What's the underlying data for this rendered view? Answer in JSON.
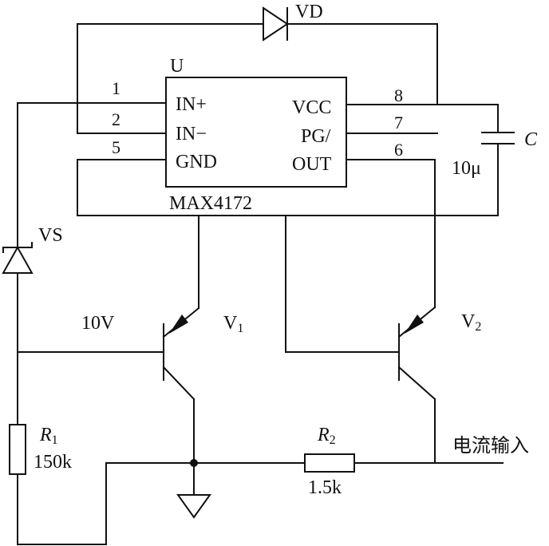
{
  "labels": {
    "diode_vd": "VD",
    "chip_ref": "U",
    "chip_name": "MAX4172",
    "pin_in_plus": "IN+",
    "pin_in_minus": "IN−",
    "pin_gnd": "GND",
    "pin_vcc": "VCC",
    "pin_pg": "PG/",
    "pin_out": "OUT",
    "pin_num_1": "1",
    "pin_num_2": "2",
    "pin_num_5": "5",
    "pin_num_8": "8",
    "pin_num_7": "7",
    "pin_num_6": "6",
    "cap_ref": "C",
    "cap_value": "10μ",
    "zener_ref": "VS",
    "zener_value": "10V",
    "v1_ref": "V",
    "v1_sub": "1",
    "v2_ref": "V",
    "v2_sub": "2",
    "r1_ref": "R",
    "r1_sub": "1",
    "r1_value": "150k",
    "r2_ref": "R",
    "r2_sub": "2",
    "r2_value": "1.5k",
    "current_input": "电流输入"
  }
}
